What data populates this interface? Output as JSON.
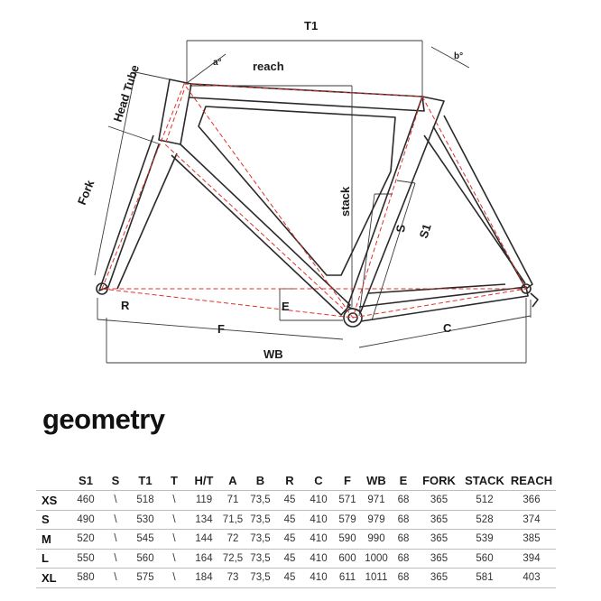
{
  "diagram": {
    "labels": {
      "t1": "T1",
      "a": "a°",
      "reach": "reach",
      "b": "b°",
      "head_tube": "Head Tube",
      "fork": "Fork",
      "stack": "stack",
      "s": "S",
      "s1": "S1",
      "r": "R",
      "e": "E",
      "f": "F",
      "c": "C",
      "wb": "WB"
    },
    "colors": {
      "frame": "#2a2a2a",
      "centerline": "#e0312b"
    }
  },
  "title": "geometry",
  "table": {
    "columns": [
      "",
      "S1",
      "S",
      "T1",
      "T",
      "H/T",
      "A",
      "B",
      "R",
      "C",
      "F",
      "WB",
      "E",
      "FORK",
      "STACK",
      "REACH"
    ],
    "rows": [
      [
        "XS",
        "460",
        "\\",
        "518",
        "\\",
        "119",
        "71",
        "73,5",
        "45",
        "410",
        "571",
        "971",
        "68",
        "365",
        "512",
        "366"
      ],
      [
        "S",
        "490",
        "\\",
        "530",
        "\\",
        "134",
        "71,5",
        "73,5",
        "45",
        "410",
        "579",
        "979",
        "68",
        "365",
        "528",
        "374"
      ],
      [
        "M",
        "520",
        "\\",
        "545",
        "\\",
        "144",
        "72",
        "73,5",
        "45",
        "410",
        "590",
        "990",
        "68",
        "365",
        "539",
        "385"
      ],
      [
        "L",
        "550",
        "\\",
        "560",
        "\\",
        "164",
        "72,5",
        "73,5",
        "45",
        "410",
        "600",
        "1000",
        "68",
        "365",
        "560",
        "394"
      ],
      [
        "XL",
        "580",
        "\\",
        "575",
        "\\",
        "184",
        "73",
        "73,5",
        "45",
        "410",
        "611",
        "1011",
        "68",
        "365",
        "581",
        "403"
      ]
    ]
  }
}
